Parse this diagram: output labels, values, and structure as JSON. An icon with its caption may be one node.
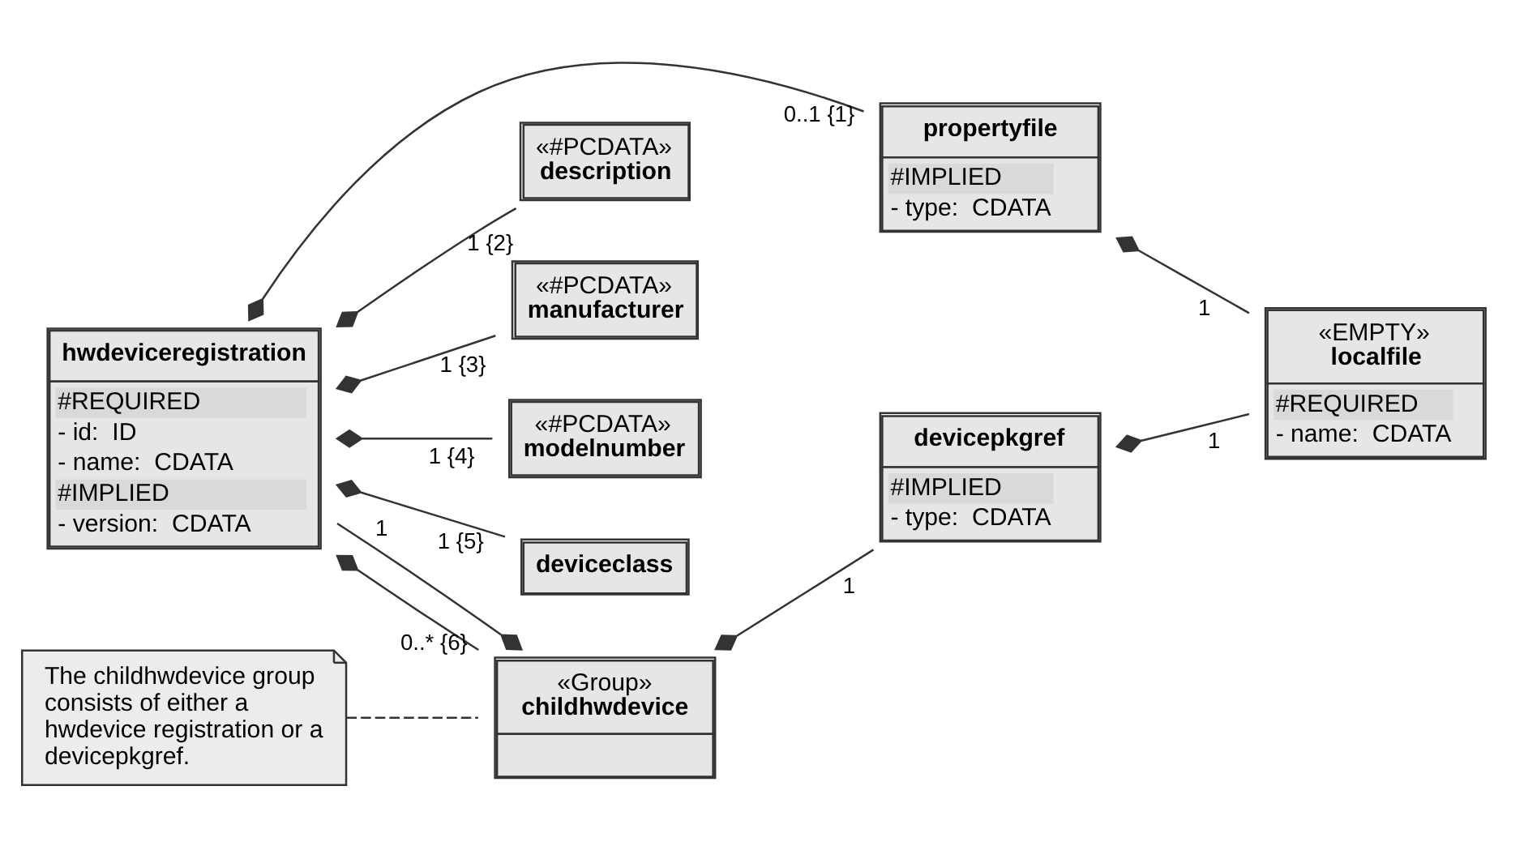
{
  "diagram": {
    "nodes": [
      {
        "text": [
          "hwdeviceregistration",
          "#REQUIRED",
          "- id:  ID",
          "- name:  CDATA",
          "#IMPLIED",
          "- version:  CDATA"
        ]
      },
      {
        "text": [
          "propertyfile",
          "#IMPLIED",
          "- type:  CDATA"
        ]
      },
      {
        "text": [
          "«#PCDATA»",
          "description"
        ]
      },
      {
        "text": [
          "«#PCDATA»",
          "manufacturer"
        ]
      },
      {
        "text": [
          "«#PCDATA»",
          "modelnumber"
        ]
      },
      {
        "text": [
          "deviceclass"
        ]
      },
      {
        "text": [
          "«EMPTY»",
          "localfile",
          "#REQUIRED",
          "- name:  CDATA"
        ]
      },
      {
        "text": [
          "«Group»",
          "childhwdevice"
        ]
      },
      {
        "text": [
          "devicepkgref",
          "#IMPLIED",
          "- type:  CDATA"
        ]
      },
      {
        "text": [
          "The childhwdevice group consists of either a hwdevice registration or a devicepkgref."
        ]
      }
    ],
    "edges": [
      {
        "from": 0,
        "to": 1,
        "arrow": "other",
        "label": "0..1 {1}"
      },
      {
        "from": 0,
        "to": 2,
        "arrow": "other",
        "label": "1 {2}"
      },
      {
        "from": 0,
        "to": 3,
        "arrow": "other",
        "label": "1 {3}"
      },
      {
        "from": 0,
        "to": 4,
        "arrow": "other",
        "label": "1 {4}"
      },
      {
        "from": 0,
        "to": 5,
        "arrow": "other",
        "label": "1 {5}"
      },
      {
        "from": 0,
        "to": 7,
        "arrow": "other",
        "label": "0..* {6}"
      },
      {
        "from": 7,
        "to": 0,
        "arrow": "other",
        "label": "1"
      },
      {
        "from": 1,
        "to": 6,
        "arrow": "other",
        "label": "1"
      },
      {
        "from": 8,
        "to": 6,
        "arrow": "other",
        "label": "1"
      },
      {
        "from": 7,
        "to": 8,
        "arrow": "other",
        "label": "1"
      },
      {
        "from": 9,
        "to": 7,
        "arrow": "none",
        "style": "dashed"
      }
    ]
  }
}
